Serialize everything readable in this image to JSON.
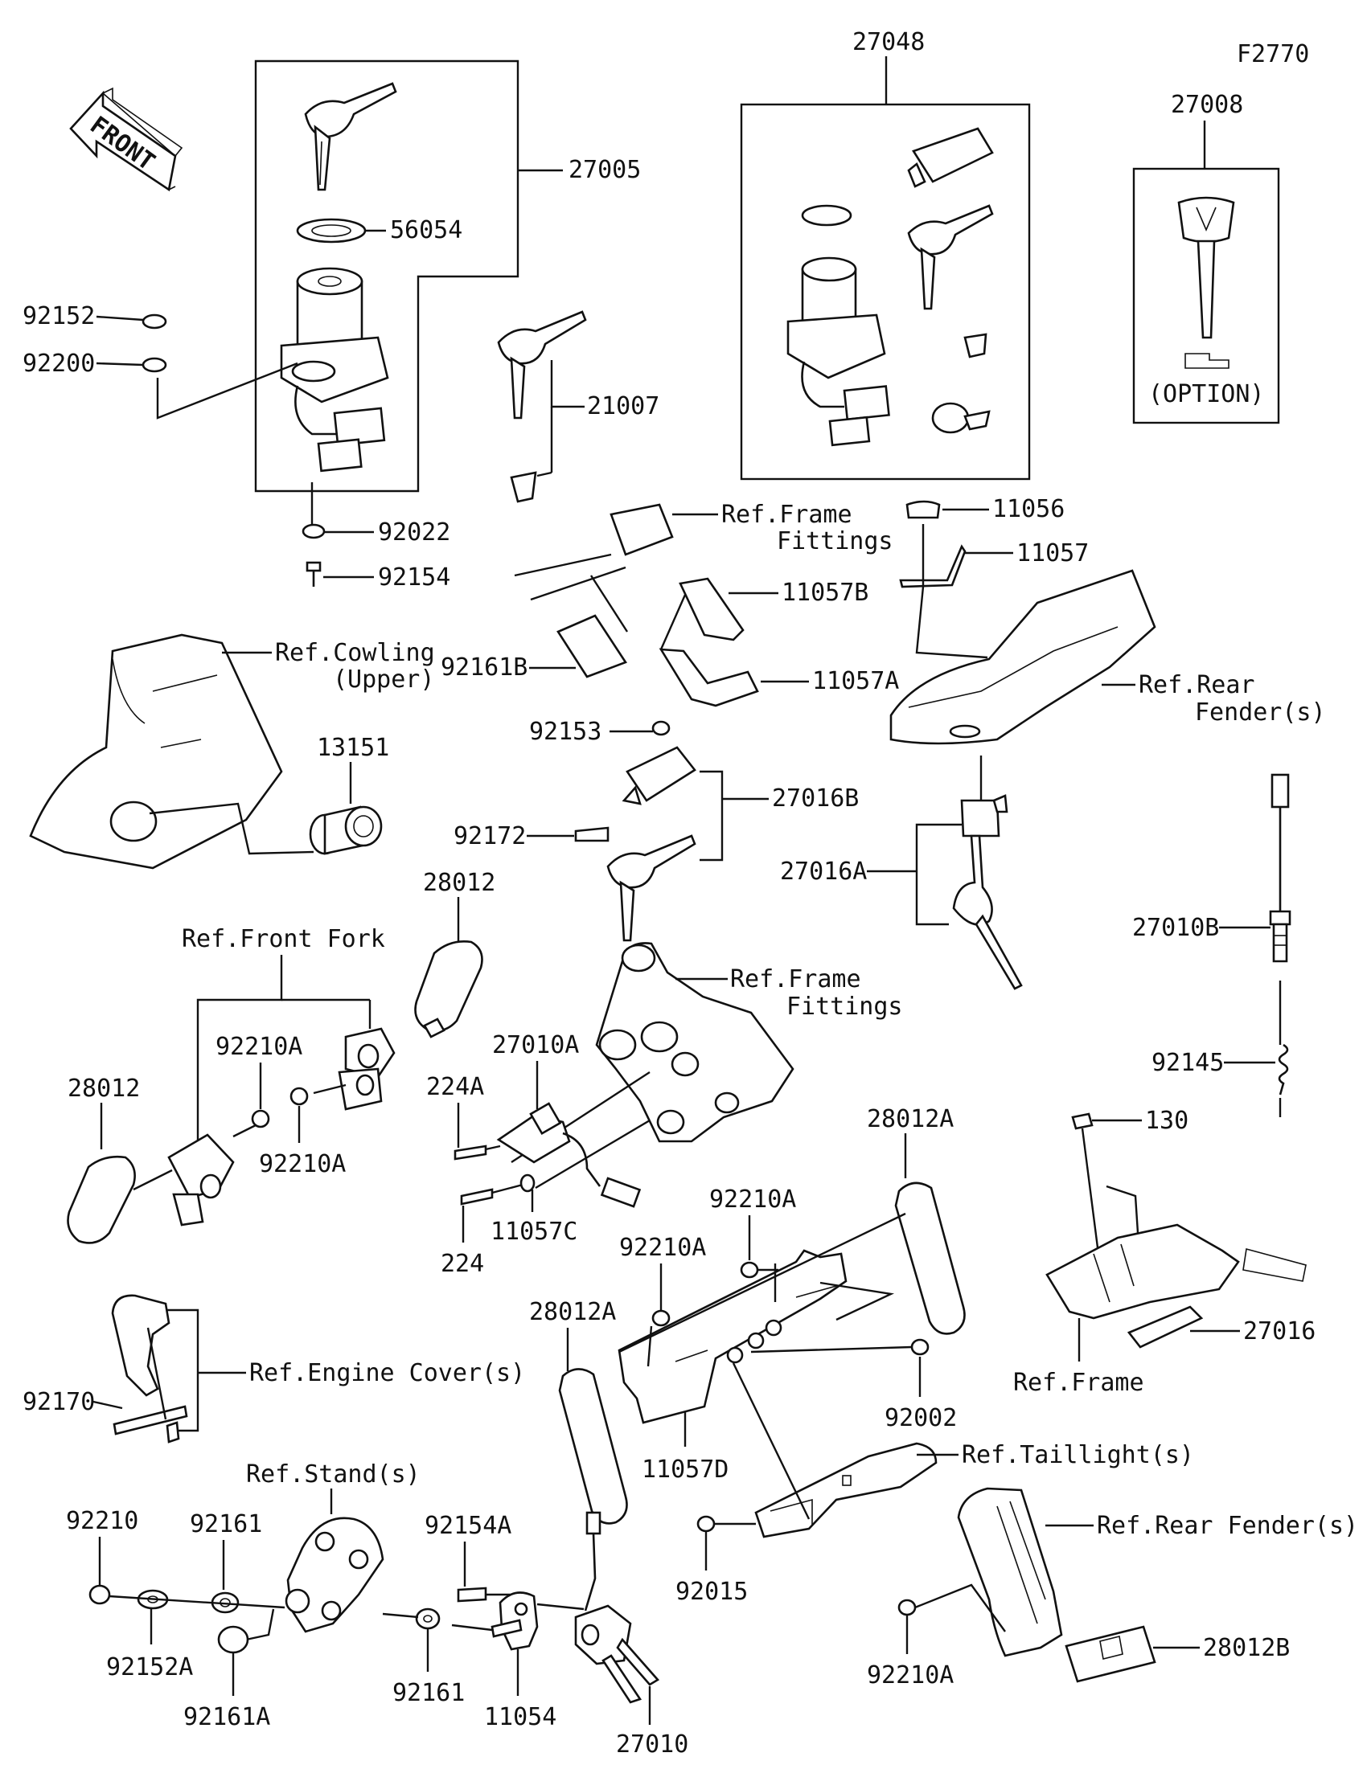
{
  "diagram": {
    "figure_code": "F2770",
    "front_arrow": "FRONT",
    "option_note": "(OPTION)",
    "labels": {
      "p27048": "27048",
      "p27008": "27008",
      "p27005": "27005",
      "p56054": "56054",
      "p92152": "92152",
      "p92200": "92200",
      "p21007": "21007",
      "p92022": "92022",
      "p92154": "92154",
      "ref_frame_fittings_1a": "Ref.Frame",
      "ref_frame_fittings_1b": "Fittings",
      "p11056": "11056",
      "p11057": "11057",
      "p11057B": "11057B",
      "ref_cowling_a": "Ref.Cowling",
      "ref_cowling_b": "(Upper)",
      "p92161B": "92161B",
      "p11057A": "11057A",
      "ref_rear_fender_1a": "Ref.Rear",
      "ref_rear_fender_1b": "Fender(s)",
      "p13151": "13151",
      "p92153": "92153",
      "p27016B": "27016B",
      "p92172": "92172",
      "p27016A": "27016A",
      "p28012_top": "28012",
      "ref_front_fork": "Ref.Front Fork",
      "ref_frame_fittings_2a": "Ref.Frame",
      "ref_frame_fittings_2b": "Fittings",
      "p27010B": "27010B",
      "p92210A_1": "92210A",
      "p27010A": "27010A",
      "p92145": "92145",
      "p28012_left": "28012",
      "p224A": "224A",
      "p130": "130",
      "p92210A_2": "92210A",
      "p28012A_1": "28012A",
      "p11057C": "11057C",
      "p92210A_3": "92210A",
      "p224": "224",
      "p92210A_4": "92210A",
      "p28012A_2": "28012A",
      "p27016": "27016",
      "ref_engine_cover": "Ref.Engine Cover(s)",
      "ref_frame": "Ref.Frame",
      "p92170": "92170",
      "p92002": "92002",
      "p11057D": "11057D",
      "ref_taillight": "Ref.Taillight(s)",
      "ref_stand": "Ref.Stand(s)",
      "p92210": "92210",
      "p92161_1": "92161",
      "p92154A": "92154A",
      "ref_rear_fender_2": "Ref.Rear Fender(s)",
      "p92015": "92015",
      "p92152A": "92152A",
      "p92161_2": "92161",
      "p28012B": "28012B",
      "p92210A_5": "92210A",
      "p92161A": "92161A",
      "p11054": "11054",
      "p27010": "27010"
    }
  }
}
